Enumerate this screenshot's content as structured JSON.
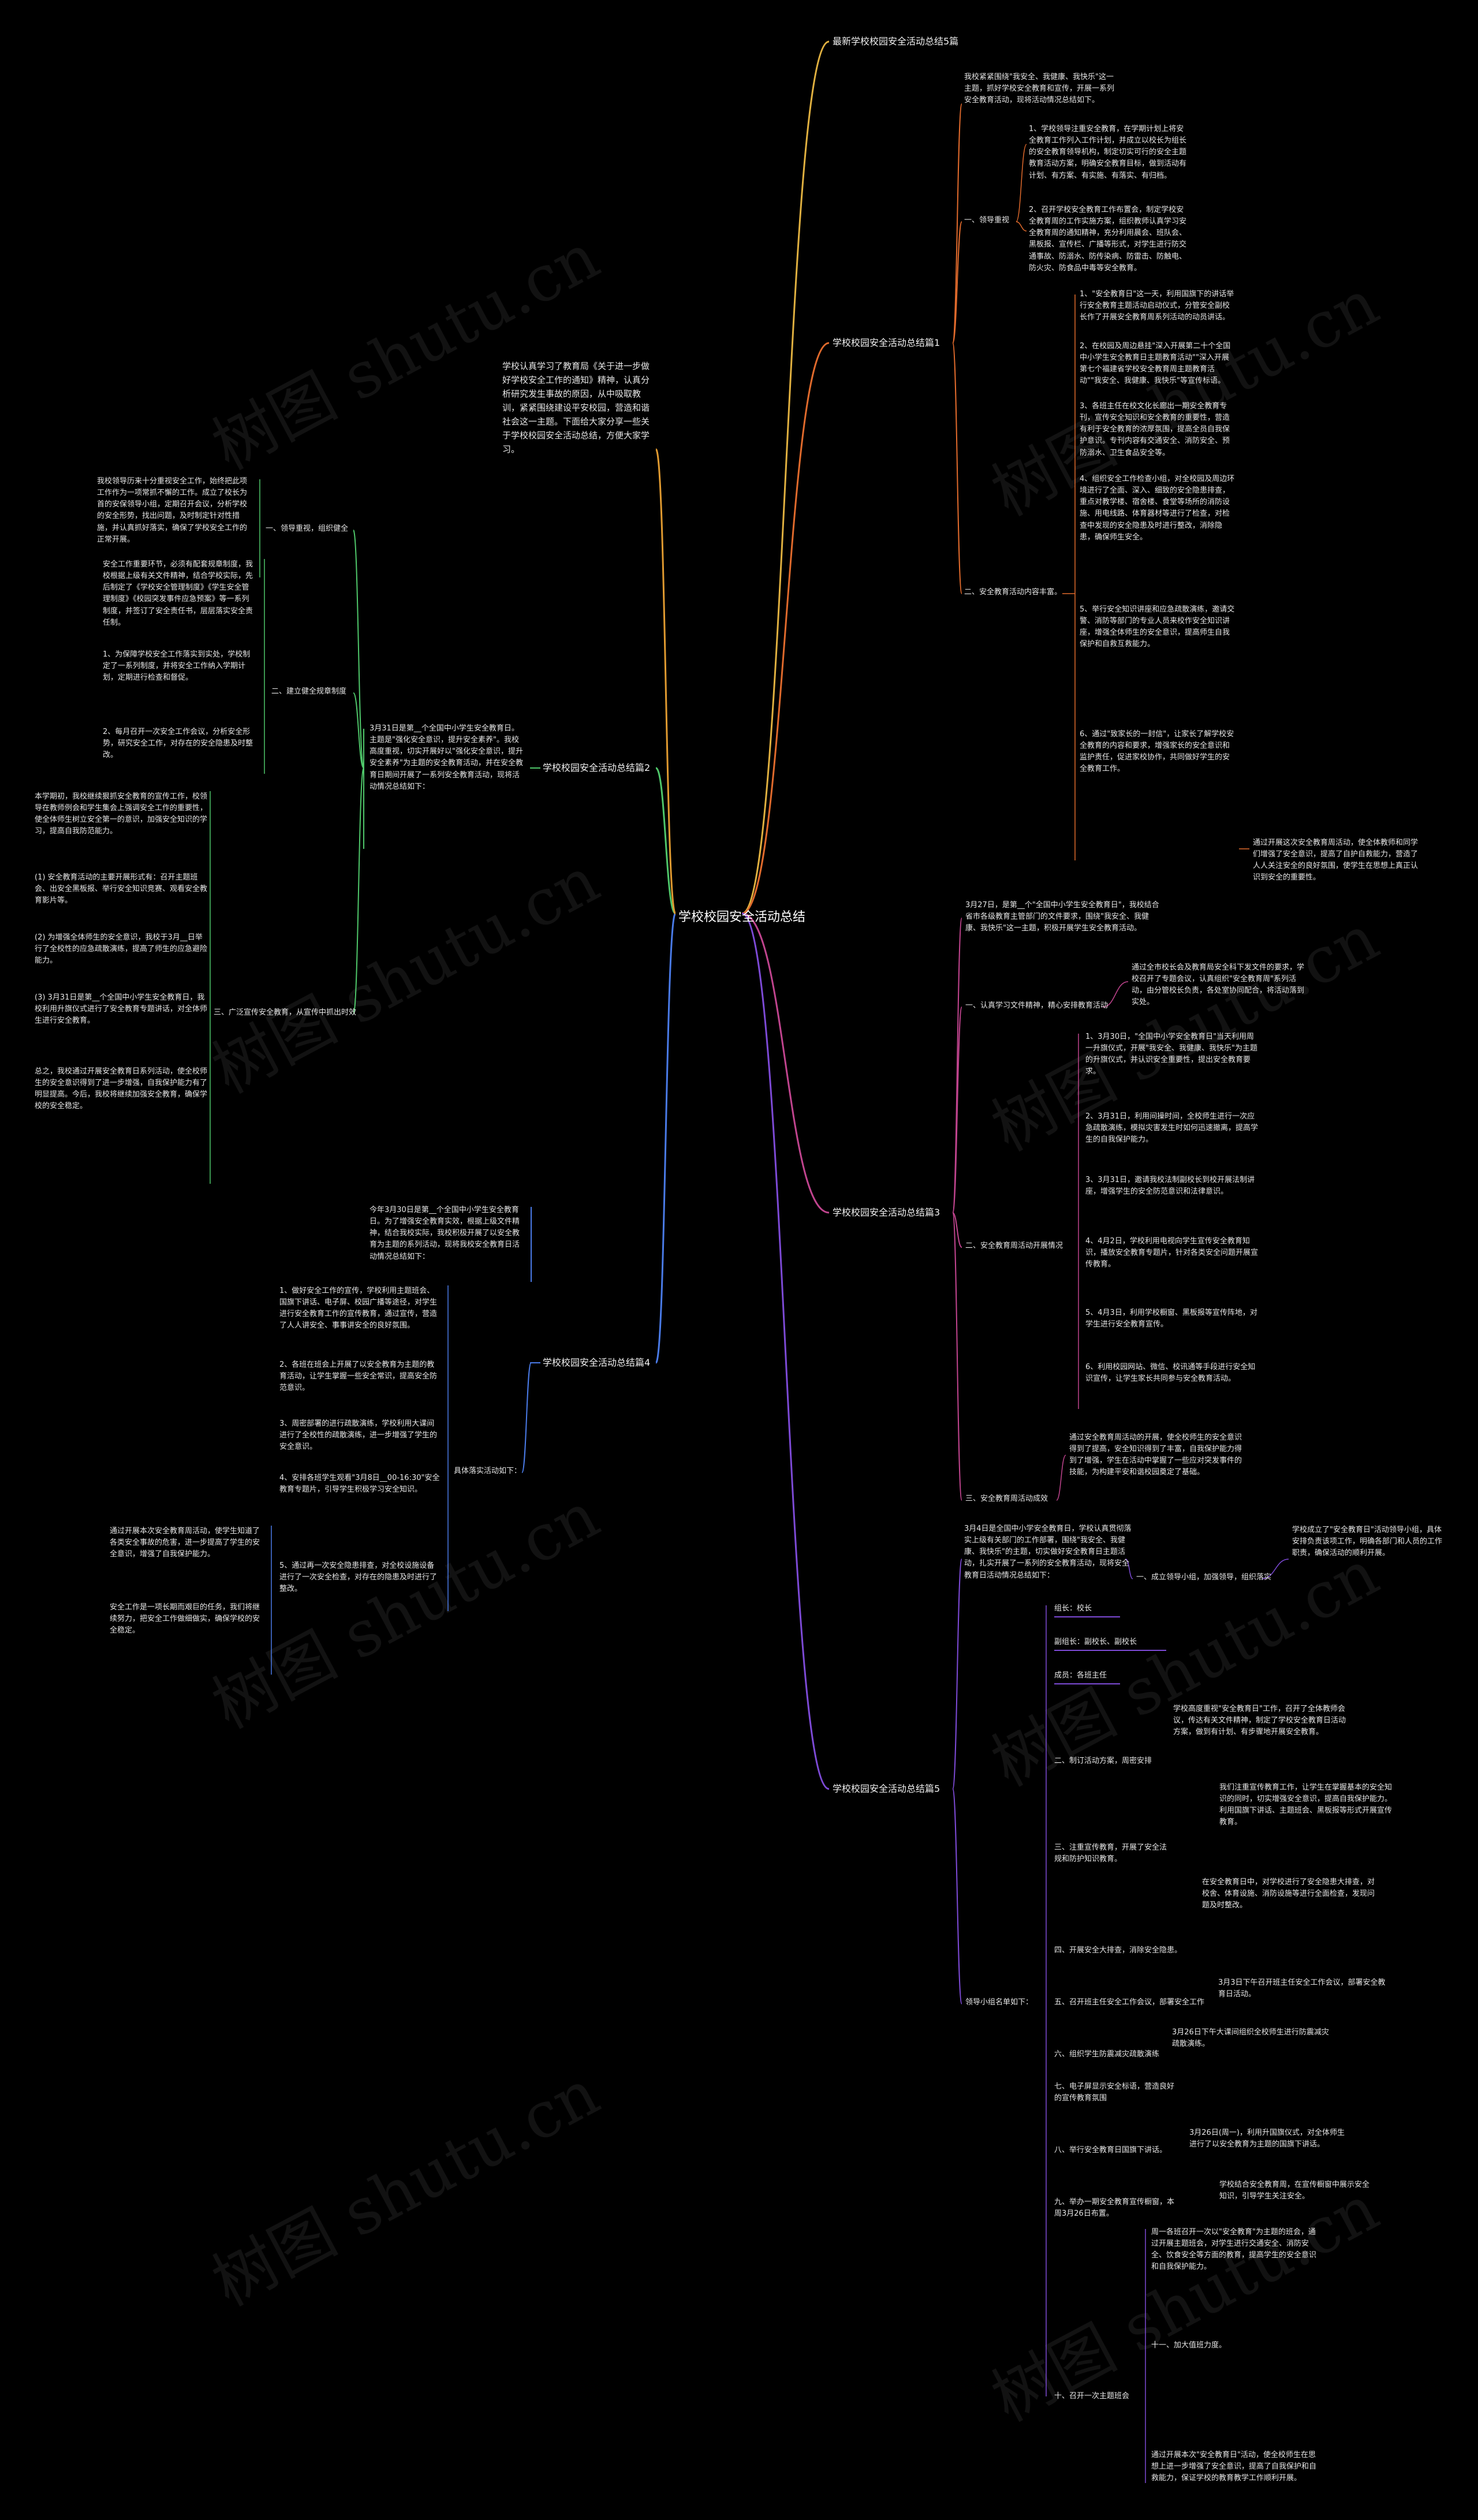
{
  "watermark": "树图 shutu.cn",
  "center": "学校校园安全活动总结",
  "intro": "学校认真学习了教育局《关于进一步做好学校安全工作的通知》精神，认真分析研究发生事故的原因，从中吸取教训，紧紧围绕建设平安校园，营造和谐社会这一主题。下面给大家分享一些关于学校校园安全活动总结，方便大家学习。",
  "branches": [
    "最新学校校园安全活动总结5篇",
    "学校校园安全活动总结篇1",
    "学校校园安全活动总结篇2",
    "学校校园安全活动总结篇3",
    "学校校园安全活动总结篇4",
    "学校校园安全活动总结篇5"
  ],
  "colors": {
    "b0": "#e0b040",
    "b1": "#e06a2c",
    "b2": "#4fc76a",
    "b3": "#c0448e",
    "b4": "#4a7be8",
    "b5": "#7d4ad6",
    "intro": "#e09a30"
  },
  "p1": {
    "intro": "我校紧紧围绕\"我安全、我健康、我快乐\"这一主题，抓好学校安全教育和宣传，开展一系列安全教育活动，现将活动情况总结如下。",
    "sec1": "一、领导重视",
    "sec1_items": [
      "1、学校领导注重安全教育，在学期计划上将安全教育工作列入工作计划，并成立以校长为组长的安全教育领导机构，制定切实可行的安全主题教育活动方案，明确安全教育目标，做到活动有计划、有方案、有实施、有落实、有归档。",
      "2、召开学校安全教育工作布置会，制定学校安全教育周的工作实施方案，组织教师认真学习安全教育周的通知精神，充分利用晨会、班队会、黑板报、宣传栏、广播等形式，对学生进行防交通事故、防溺水、防传染病、防雷击、防触电、防火灾、防食品中毒等安全教育。"
    ],
    "sec2": "二、安全教育活动内容丰富。",
    "sec2_items": [
      "1、\"安全教育日\"这一天，利用国旗下的讲话举行安全教育主题活动启动仪式，分管安全副校长作了开展安全教育周系列活动的动员讲话。",
      "2、在校园及周边悬挂\"深入开展第二十个全国中小学生安全教育日主题教育活动\"\"深入开展第七个福建省学校安全教育周主题教育活动\"\"我安全、我健康、我快乐\"等宣传标语。",
      "3、各班主任在校文化长廊出一期安全教育专刊，宣传安全知识和安全教育的重要性，营造有利于安全教育的浓厚氛围，提高全员自我保护意识。专刊内容有交通安全、消防安全、预防溺水、卫生食品安全等。",
      "4、组织安全工作检查小组，对全校园及周边环境进行了全面、深入、细致的安全隐患排查，重点对教学楼、宿舍楼、食堂等场所的消防设施、用电线路、体育器材等进行了检查，对检查中发现的安全隐患及时进行整改，消除隐患，确保师生安全。",
      "5、举行安全知识讲座和应急疏散演练，邀请交警、消防等部门的专业人员来校作安全知识讲座，增强全体师生的安全意识，提高师生自我保护和自救互救能力。",
      "6、通过\"致家长的一封信\"，让家长了解学校安全教育的内容和要求，增强家长的安全意识和监护责任，促进家校协作，共同做好学生的安全教育工作。"
    ],
    "sec2_tail": "通过开展这次安全教育周活动，使全体教师和同学们增强了安全意识，提高了自护自救能力，营造了人人关注安全的良好氛围，使学生在思想上真正认识到安全的重要性。"
  },
  "p2": {
    "intro": "3月31日是第__个全国中小学生安全教育日。主题是\"强化安全意识，提升安全素养\"。我校高度重视，切实开展好以\"强化安全意识，提升安全素养\"为主题的安全教育活动，并在安全教育日期间开展了一系列安全教育活动，现将活动情况总结如下：",
    "sec1": "一、领导重视，组织健全",
    "sec1_text": "我校领导历来十分重视安全工作，始终把此项工作作为一项常抓不懈的工作。成立了校长为首的安保领导小组，定期召开会议，分析学校的安全形势，找出问题，及时制定针对性措施，并认真抓好落实，确保了学校安全工作的正常开展。",
    "sec2": "二、建立健全规章制度",
    "sec2_text": "安全工作重要环节，必须有配套规章制度，我校根据上级有关文件精神，结合学校实际，先后制定了《学校安全管理制度》《学生安全管理制度》《校园突发事件应急预案》等一系列制度，并签订了安全责任书，层层落实安全责任制。",
    "sec2_items": [
      "1、为保障学校安全工作落实到实处，学校制定了一系列制度，并将安全工作纳入学期计划，定期进行检查和督促。",
      "2、每月召开一次安全工作会议，分析安全形势，研究安全工作，对存在的安全隐患及时整改。"
    ],
    "sec3": "三、广泛宣传安全教育，从宣传中抓出时效",
    "sec3_text": "本学期初，我校继续狠抓安全教育的宣传工作，校领导在教师例会和学生集会上强调安全工作的重要性，使全体师生树立安全第一的意识，加强安全知识的学习，提高自我防范能力。",
    "sec3_items": [
      "(1) 安全教育活动的主要开展形式有：召开主题班会、出安全黑板报、举行安全知识竞赛、观看安全教育影片等。",
      "(2) 为增强全体师生的安全意识，我校于3月__日举行了全校性的应急疏散演练，提高了师生的应急避险能力。",
      "(3) 3月31日是第__个全国中小学生安全教育日，我校利用升旗仪式进行了安全教育专题讲话，对全体师生进行安全教育。"
    ],
    "sec3_tail": "总之，我校通过开展安全教育日系列活动，使全校师生的安全意识得到了进一步增强，自我保护能力有了明显提高。今后，我校将继续加强安全教育，确保学校的安全稳定。"
  },
  "p3": {
    "intro": "3月27日，是第__个\"全国中小学生安全教育日\"，我校结合省市各级教育主管部门的文件要求，围绕\"我安全、我健康、我快乐\"这一主题，积极开展学生安全教育活动。",
    "sec1": "一、认真学习文件精神，精心安排教育活动",
    "sec1_text": "通过全市校长会及教育局安全科下发文件的要求，学校召开了专题会议，认真组织\"安全教育周\"系列活动，由分管校长负责，各处室协同配合，将活动落到实处。",
    "sec2": "二、安全教育周活动开展情况",
    "sec2_items": [
      "1、3月30日，\"全国中小学安全教育日\"当天利用周一升旗仪式，开展\"我安全、我健康、我快乐\"为主题的升旗仪式，并认识安全重要性，提出安全教育要求。",
      "2、3月31日，利用间操时间，全校师生进行一次应急疏散演练，模拟灾害发生时如何迅速撤离，提高学生的自我保护能力。",
      "3、3月31日，邀请我校法制副校长到校开展法制讲座，增强学生的安全防范意识和法律意识。",
      "4、4月2日，学校利用电视向学生宣传安全教育知识，播放安全教育专题片，针对各类安全问题开展宣传教育。",
      "5、4月3日，利用学校橱窗、黑板报等宣传阵地，对学生进行安全教育宣传。",
      "6、利用校园网站、微信、校讯通等手段进行安全知识宣传，让学生家长共同参与安全教育活动。"
    ],
    "sec3": "三、安全教育周活动成效",
    "sec3_text": "通过安全教育周活动的开展，使全校师生的安全意识得到了提高，安全知识得到了丰富，自我保护能力得到了增强，学生在活动中掌握了一些应对突发事件的技能，为构建平安和谐校园奠定了基础。"
  },
  "p4": {
    "intro": "今年3月30日是第__个全国中小学生安全教育日。为了增强安全教育实效，根据上级文件精神，结合我校实际，我校积极开展了以安全教育为主题的系列活动，现将我校安全教育日活动情况总结如下：",
    "label": "具体落实活动如下：",
    "items": [
      "1、做好安全工作的宣传，学校利用主题班会、国旗下讲话、电子屏、校园广播等途径，对学生进行安全教育工作的宣传教育，通过宣传，营造了人人讲安全、事事讲安全的良好氛围。",
      "2、各班在班会上开展了以安全教育为主题的教育活动，让学生掌握一些安全常识，提高安全防范意识。",
      "3、周密部署的进行疏散演练，学校利用大课间进行了全校性的疏散演练，进一步增强了学生的安全意识。",
      "4、安排各班学生观看\"3月8日__00-16:30\"安全教育专题片，引导学生积极学习安全知识。",
      "5、通过再一次安全隐患排查，对全校设施设备进行了一次安全检查，对存在的隐患及时进行了整改。"
    ],
    "tail1": "通过开展本次安全教育周活动，使学生知道了各类安全事故的危害，进一步提高了学生的安全意识，增强了自我保护能力。",
    "tail2": "安全工作是一项长期而艰巨的任务，我们将继续努力，把安全工作做细做实，确保学校的安全稳定。"
  },
  "p5": {
    "intro": "3月4日是全国中小学安全教育日，学校认真贯彻落实上级有关部门的工作部署，围绕\"我安全、我健康、我快乐\"的主题，切实做好安全教育日主题活动，扎实开展了一系列的安全教育活动，现将安全教育日活动情况总结如下：",
    "sec1": "一、成立领导小组，加强领导，组织落实",
    "sec1_text": "学校成立了\"安全教育日\"活动领导小组，具体安排负责该项工作，明确各部门和人员的工作职责，确保活动的顺利开展。",
    "label": "领导小组名单如下：",
    "leader": "组长：校长",
    "deputy": "副组长：副校长、副校长",
    "member": "成员：各班主任",
    "items": [
      "二、制订活动方案，周密安排",
      "三、注重宣传教育，开展了安全法规和防护知识教育。",
      "四、开展安全大排查，消除安全隐患。",
      "五、召开班主任安全工作会议，部署安全工作",
      "六、组织学生防震减灾疏散演练",
      "七、电子屏显示安全标语，营造良好的宣传教育氛围",
      "八、举行安全教育日国旗下讲话。",
      "九、举办一期安全教育宣传橱窗，本周3月26日布置。",
      "十一、加大值班力度。",
      "十、召开一次主题班会"
    ],
    "item_texts": [
      "学校高度重视\"安全教育日\"工作，召开了全体教师会议，传达有关文件精神，制定了学校安全教育日活动方案，做到有计划、有步骤地开展安全教育。",
      "我们注重宣传教育工作，让学生在掌握基本的安全知识的同时，切实增强安全意识，提高自我保护能力。利用国旗下讲话、主题班会、黑板报等形式开展宣传教育。",
      "在安全教育日中，对学校进行了安全隐患大排查，对校舍、体育设施、消防设施等进行全面检查，发现问题及时整改。",
      "3月3日下午召开班主任安全工作会议，部署安全教育日活动。",
      "3月26日下午大课间组织全校师生进行防震减灾疏散演练。",
      "3月26日(周一)，利用升国旗仪式，对全体师生进行了以安全教育为主题的国旗下讲话。",
      "学校结合安全教育周，在宣传橱窗中展示安全知识，引导学生关注安全。",
      "周一各班召开一次以\"安全教育\"为主题的班会，通过开展主题班会，对学生进行交通安全、消防安全、饮食安全等方面的教育，提高学生的安全意识和自我保护能力。"
    ],
    "tail": "通过开展本次\"安全教育日\"活动，使全校师生在思想上进一步增强了安全意识，提高了自我保护和自救能力，保证学校的教育教学工作顺利开展。"
  }
}
